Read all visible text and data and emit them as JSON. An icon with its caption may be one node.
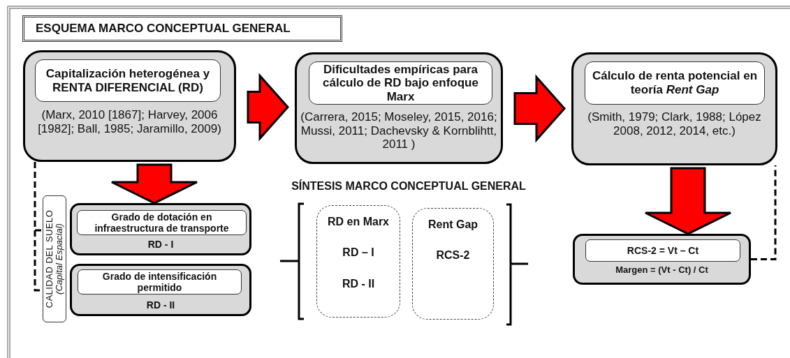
{
  "diagram": {
    "title": "ESQUEMA MARCO CONCEPTUAL GENERAL",
    "nodes": [
      {
        "text": [
          "(Marx, 2010 [1867]; Harvey, 2006 [1982]; Ball, 1985; Jaramillo, 2009)"
        ]
      },
      {
        "text": [
          "Capitalización heterogénea y RENTA DIFERENCIAL (RD)"
        ],
        "in": 0
      },
      {
        "text": [
          "(Carrera, 2015; Moseley, 2015, 2016; Mussi, 2011; Dachevsky & Kornblihtt, 2011 )"
        ]
      },
      {
        "text": [
          "Dificultades empíricas para cálculo de RD bajo enfoque Marx"
        ],
        "in": 2
      },
      {
        "text": [
          "(Smith, 1979; Clark, 1988; López 2008, 2012, 2014, etc.)"
        ]
      },
      {
        "text": [
          "Cálculo de renta potencial en teoría *Rent Gap*"
        ],
        "in": 4
      },
      {
        "text": [
          "CALIDAD DEL SUELO",
          "(Capital Espacial)"
        ]
      },
      {
        "text": [
          "RD - I"
        ]
      },
      {
        "text": [
          "Grado de dotación en infraestructura de transporte"
        ],
        "in": 7
      },
      {
        "text": [
          "RD - II"
        ]
      },
      {
        "text": [
          "Grado de intensificación permitido"
        ],
        "in": 9
      },
      {
        "text": [
          "RD en Marx",
          "RD – I",
          "RD - II"
        ]
      },
      {
        "text": [
          "Rent Gap",
          "RCS-2"
        ]
      },
      {
        "text": [
          "Margen = (Vt - Ct) / Ct"
        ]
      },
      {
        "text": [
          "RCS-2 = Vt – Ct"
        ],
        "in": 13
      }
    ],
    "edges": [
      {
        "from": 0,
        "to": 2,
        "arrow": "to"
      },
      {
        "from": 2,
        "to": 4,
        "arrow": "to"
      },
      {
        "from": 0,
        "to": 7,
        "arrow": "to"
      },
      {
        "from": 4,
        "to": 13,
        "arrow": "to"
      },
      {
        "from": 0,
        "to": 6,
        "arrow": "none",
        "style": "dashed"
      },
      {
        "from": 13,
        "to": 4,
        "arrow": "none",
        "style": "dashed"
      }
    ],
    "labels": [
      "SÍNTESIS MARCO CONCEPTUAL GENERAL"
    ]
  }
}
